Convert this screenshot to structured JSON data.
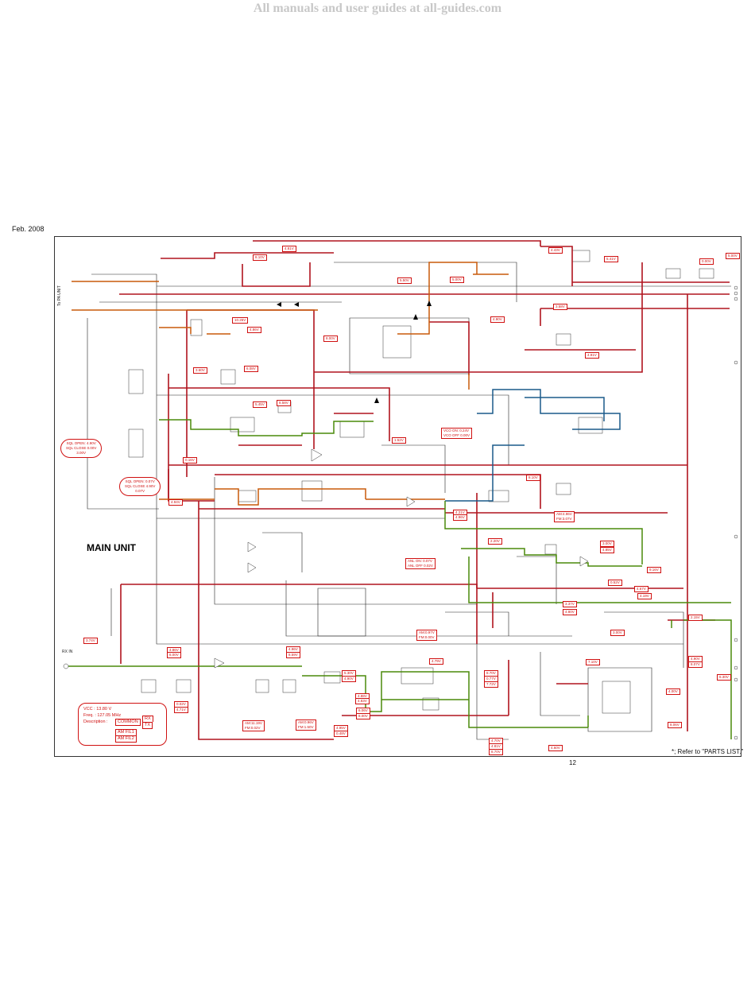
{
  "watermark": "All manuals and user guides at all-guides.com",
  "date": "Feb. 2008",
  "unit_title": "MAIN UNIT",
  "ref_note": "*; Refer to \"PARTS LIST.\"",
  "page_number": "12",
  "ports": {
    "pa_unit": "To PA UNIT",
    "rx_in": "RX IN"
  },
  "legend": {
    "vcc": "VCC   : 13.80 V",
    "freq": "Freq.  : 127.05 MHz",
    "description": "Description :",
    "common": "COMMON",
    "rx": "RX",
    "tx": "TX",
    "am_fil1": "AM FIL1",
    "am_fil2": "AM FIL2"
  },
  "voltage_tags": [
    "5.00V",
    "0.00V",
    "4.43V",
    "5.41V",
    "4.81V",
    "8.10V",
    "5.50V",
    "5.00V",
    "10.25V",
    "4.86V",
    "3.58V",
    "4.90V",
    "8.00V",
    "4.91V",
    "3.60V",
    "6.08V",
    "5.45V",
    "8.58V",
    "1.52V",
    "0.16V",
    "4.94V",
    "8.10V",
    "4.21V",
    "4.96V",
    "2.20V",
    "3.00V",
    "4.85V",
    "9.16V",
    "0.52V",
    "4.67V",
    "4.19V",
    "3.37V",
    "4.80V",
    "3.00V",
    "2.15V",
    "7.10V",
    "3.74V",
    "4.86V",
    "6.00V",
    "4.96V",
    "8.59V",
    "4.79V",
    "5.30V",
    "4.90V",
    "4.88V",
    "4.83V",
    "8.70V",
    "0.77V",
    "7.72V",
    "6.06V",
    "8.00V",
    "4.95V",
    "0.48V",
    "0.02V",
    "4.71V",
    "4.70V",
    "4.81V",
    "8.70V",
    "4.60V",
    "4.90V",
    "8.07V",
    "6.30V",
    "4.00V",
    "8.06V"
  ],
  "ovals": {
    "sql_a": [
      "SQL OPEN: 4.90V",
      "SQL CLOSE 0.00V",
      "3.00V"
    ],
    "sql_b": [
      "SQL OPEN: 0.07V",
      "SQL CLOSE 4.90V",
      "0.07V"
    ],
    "vco": [
      "VCO ON: 0.24V",
      "VCO OFF 0.00V"
    ],
    "am_fm": [
      "AM:4.96V",
      "FM:3.07V"
    ],
    "anl": [
      "ANL ON: 0.07V",
      "ANL OFF 0.02V"
    ],
    "am_fm2": [
      "AM:0.97V",
      "FM:0.00V"
    ],
    "am_fm3": [
      "AM:11.19V",
      "FM:0.02V"
    ],
    "am_fm4": [
      "AM:0.96V",
      "FM:1.50V"
    ]
  }
}
